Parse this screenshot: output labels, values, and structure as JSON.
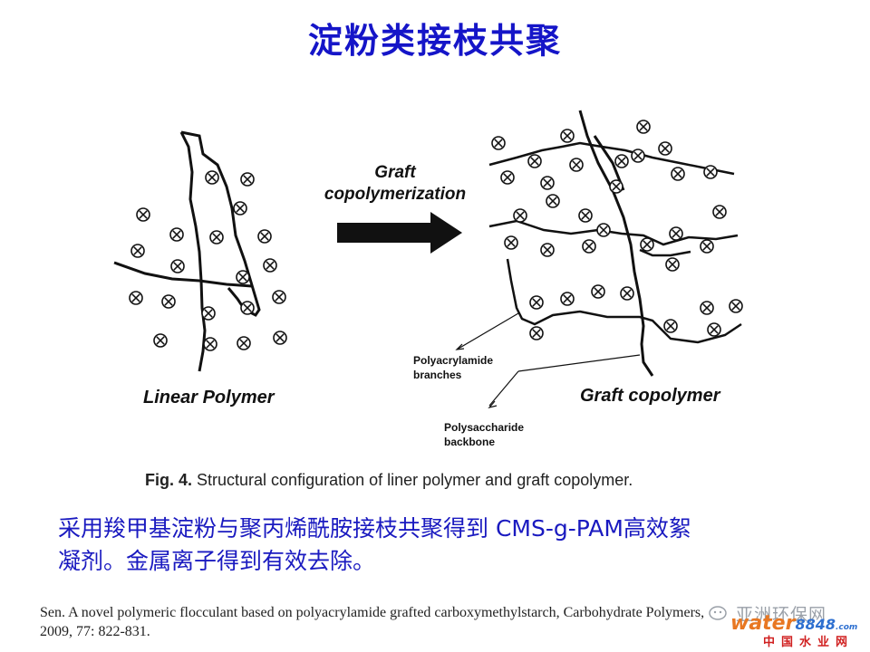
{
  "slide": {
    "title": "淀粉类接枝共聚"
  },
  "figure": {
    "arrow_label_line1": "Graft",
    "arrow_label_line2": "copolymerization",
    "label_linear": "Linear Polymer",
    "label_graft": "Graft copolymer",
    "label_branches_line1": "Polyacrylamide",
    "label_branches_line2": "branches",
    "label_backbone_line1": "Polysaccharide",
    "label_backbone_line2": "backbone",
    "caption_prefix": "Fig. 4.",
    "caption_text": " Structural configuration of liner polymer and graft copolymer."
  },
  "body": {
    "line1": "采用羧甲基淀粉与聚丙烯酰胺接枝共聚得到 CMS-g-PAM高效絮",
    "line2": "凝剂。金属离子得到有效去除。"
  },
  "reference": {
    "line1": "Sen. A novel polymeric flocculant based on polyacrylamide grafted carboxymethylstarch, Carbohydrate Polymers,",
    "line2": "2009, 77: 822-831."
  },
  "watermark": {
    "cn_text": "亚洲环保网",
    "logo_text": "water",
    "logo_num": "8848",
    "logo_com": ".com",
    "sub_text": "中国水业网"
  }
}
